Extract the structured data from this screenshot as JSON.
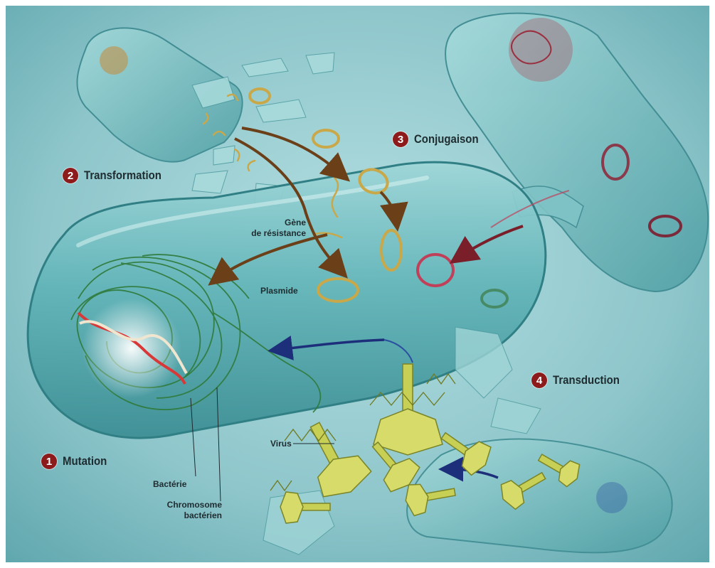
{
  "steps": {
    "mutation": {
      "number": "1",
      "label": "Mutation"
    },
    "transformation": {
      "number": "2",
      "label": "Transformation"
    },
    "conjugaison": {
      "number": "3",
      "label": "Conjugaison"
    },
    "transduction": {
      "number": "4",
      "label": "Transduction"
    }
  },
  "labels": {
    "gene_line1": "Gène",
    "gene_line2": "de résistance",
    "plasmide": "Plasmide",
    "virus": "Virus",
    "bacterie": "Bactérie",
    "chromosome_line1": "Chromosome",
    "chromosome_line2": "bactérien"
  },
  "colors": {
    "background": "#8ec6cb",
    "cell": "#5fb3b7",
    "badge": "#8e1b1b",
    "chromosome": "#2f7a3a",
    "plasmid_gold": "#c9a84a",
    "plasmid_red": "#c0405a",
    "arrow_brown": "#6b3f18",
    "arrow_navy": "#1d2f7a",
    "virus": "#b9c24a"
  }
}
